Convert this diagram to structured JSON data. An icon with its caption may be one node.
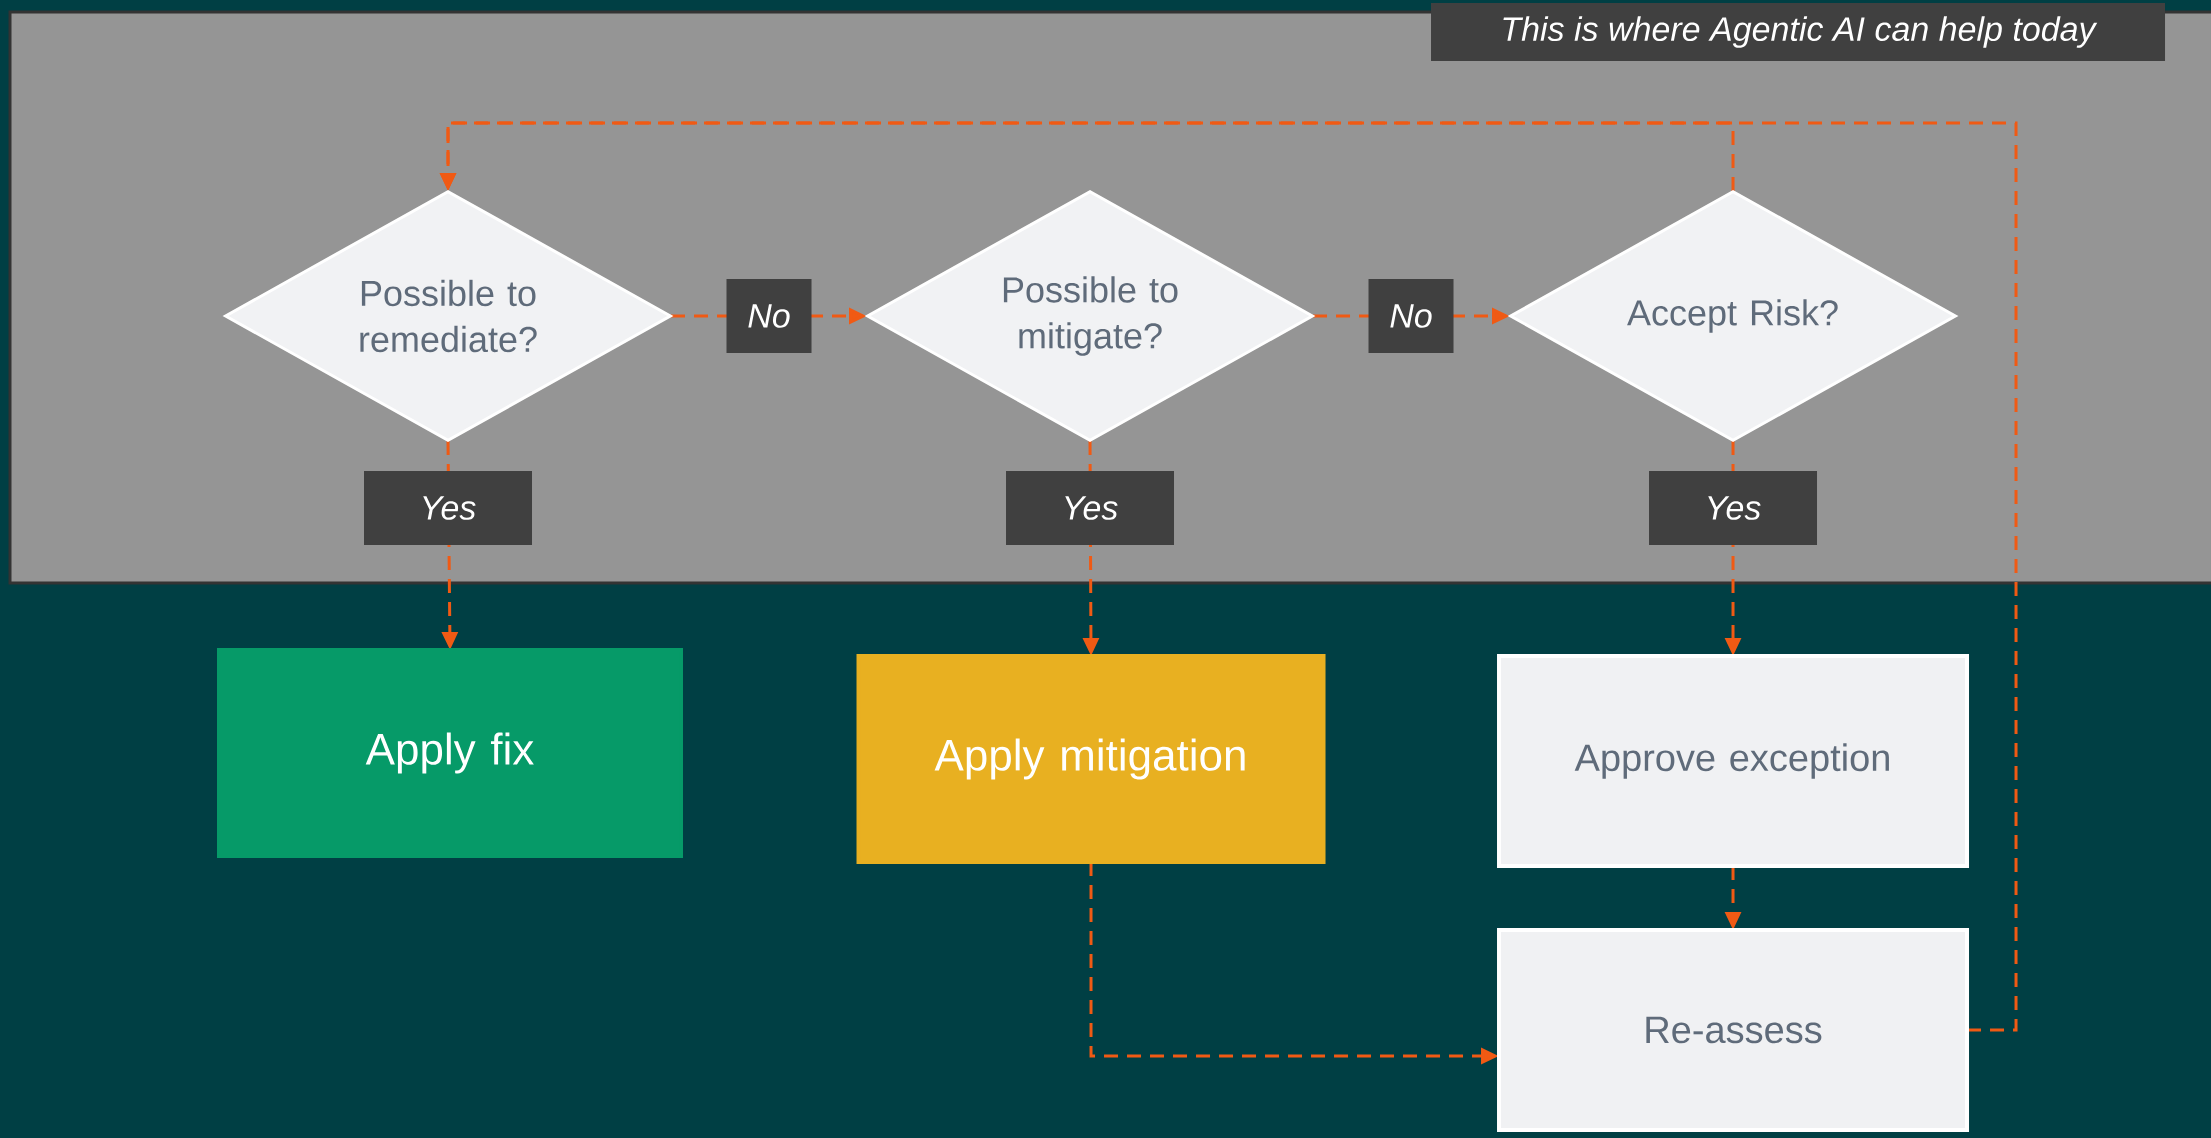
{
  "diagram": {
    "nodes": [
      {
        "text": [
          "Possible to remediate?"
        ]
      },
      {
        "text": [
          "Possible to mitigate?"
        ]
      },
      {
        "text": [
          "Accept Risk?"
        ]
      },
      {
        "text": [
          "Apply fix"
        ]
      },
      {
        "text": [
          "Apply mitigation"
        ]
      },
      {
        "text": [
          "Approve exception"
        ]
      },
      {
        "text": [
          "Re-assess"
        ]
      }
    ],
    "edges": [
      {
        "from": 0,
        "to": 1,
        "arrow": "to",
        "label": "No"
      },
      {
        "from": 1,
        "to": 2,
        "arrow": "to",
        "label": "No"
      },
      {
        "from": 0,
        "to": 3,
        "arrow": "to",
        "label": "Yes"
      },
      {
        "from": 1,
        "to": 4,
        "arrow": "to",
        "label": "Yes"
      },
      {
        "from": 2,
        "to": 5,
        "arrow": "to",
        "label": "Yes"
      },
      {
        "from": 5,
        "to": 6,
        "arrow": "to"
      },
      {
        "from": 4,
        "to": 6,
        "arrow": "to"
      },
      {
        "from": 6,
        "to": 0,
        "arrow": "to"
      },
      {
        "from": 2,
        "to": 0,
        "arrow": "to"
      }
    ],
    "labels": [
      "This is where Agentic AI can help today"
    ]
  }
}
